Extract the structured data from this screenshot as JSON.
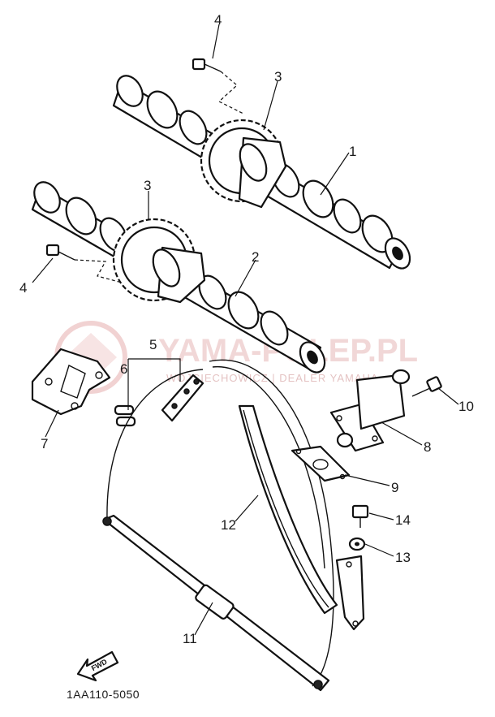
{
  "watermark": {
    "brand": "YAMA-POLEP.PL",
    "dealer": "WOJCIECHOWICZ | DEALER YAMAHA"
  },
  "diagram_code": "1AA110-5050",
  "fwd_label": "FWD",
  "callouts": [
    "1",
    "2",
    "3",
    "3",
    "4",
    "4",
    "5",
    "6",
    "7",
    "8",
    "9",
    "10",
    "11",
    "12",
    "13",
    "14"
  ]
}
